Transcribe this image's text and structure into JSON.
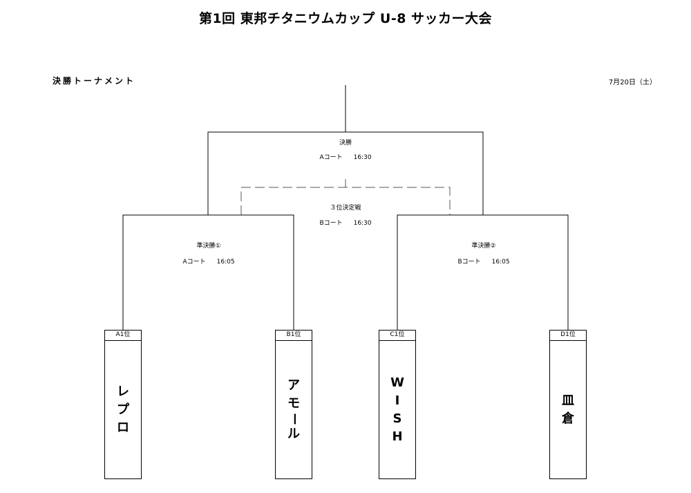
{
  "title": "第1回 東邦チタニウムカップ U-8 サッカー大会",
  "section_title": "決勝トーナメント",
  "date": "7月20日（土）",
  "final": {
    "name": "決勝",
    "court": "Aコート",
    "time": "16:30"
  },
  "third_place": {
    "name": "３位決定戦",
    "court": "Bコート",
    "time": "16:30"
  },
  "semi1": {
    "name": "準決勝①",
    "court": "Aコート",
    "time": "16:05"
  },
  "semi2": {
    "name": "準決勝②",
    "court": "Bコート",
    "time": "16:05"
  },
  "teams": [
    {
      "seed": "A1位",
      "name": [
        "レ",
        "プ",
        "ロ"
      ]
    },
    {
      "seed": "B1位",
      "name": [
        "ア",
        "モ",
        "ー",
        "ル"
      ]
    },
    {
      "seed": "C1位",
      "name": [
        "W",
        "I",
        "S",
        "H"
      ]
    },
    {
      "seed": "D1位",
      "name": [
        "皿",
        "倉"
      ]
    }
  ]
}
